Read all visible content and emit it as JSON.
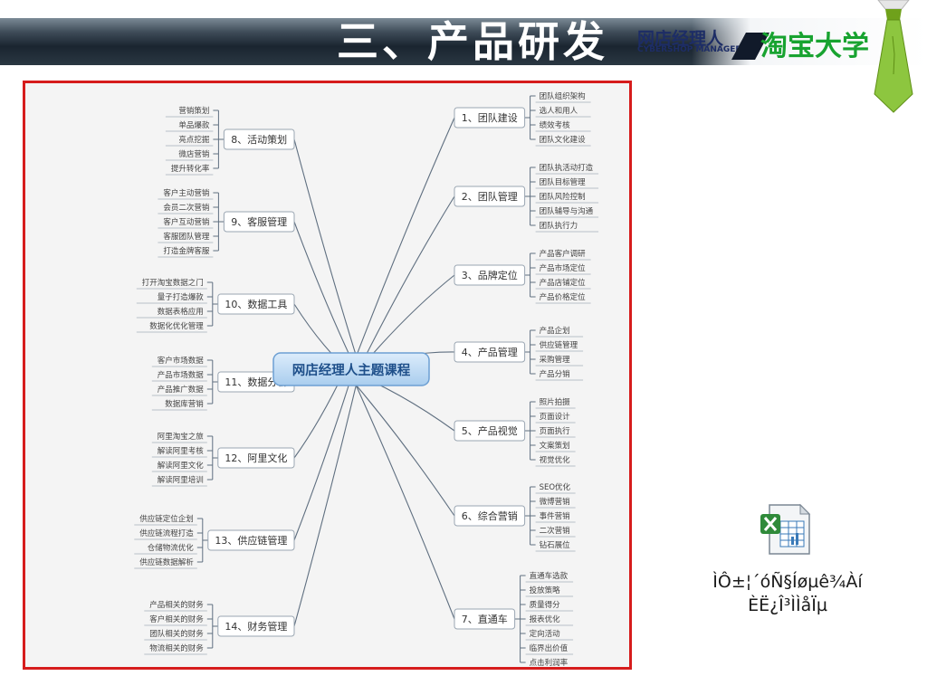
{
  "header": {
    "title": "三、产品研发",
    "logo_cn": "网店经理人",
    "logo_en": "CYBERSHOP MANAGER",
    "brand": "淘宝大学"
  },
  "mindmap": {
    "center": "网店经理人主题课程",
    "right": [
      {
        "label": "1、团队建设",
        "items": [
          "团队组织架构",
          "选人和用人",
          "绩效考核",
          "团队文化建设"
        ]
      },
      {
        "label": "2、团队管理",
        "items": [
          "团队执活动打造",
          "团队目标管理",
          "团队风险控制",
          "团队辅导与沟通",
          "团队执行力"
        ]
      },
      {
        "label": "3、品牌定位",
        "items": [
          "产品客户调研",
          "产品市场定位",
          "产品店铺定位",
          "产品价格定位"
        ]
      },
      {
        "label": "4、产品管理",
        "items": [
          "产品企划",
          "供应链管理",
          "采购管理",
          "产品分销"
        ]
      },
      {
        "label": "5、产品视觉",
        "items": [
          "照片拍摄",
          "页面设计",
          "页面执行",
          "文案策划",
          "视觉优化"
        ]
      },
      {
        "label": "6、综合营销",
        "items": [
          "SEO优化",
          "微博营销",
          "事件营销",
          "二次营销",
          "钻石展位"
        ]
      },
      {
        "label": "7、直通车",
        "items": [
          "直通车选款",
          "投放策略",
          "质量得分",
          "报表优化",
          "定向活动",
          "临界出价值",
          "点击利润率"
        ]
      }
    ],
    "left": [
      {
        "label": "8、活动策划",
        "items": [
          "营销策划",
          "单品爆款",
          "亮点挖掘",
          "微店营销",
          "提升转化率"
        ]
      },
      {
        "label": "9、客服管理",
        "items": [
          "客户主动营销",
          "会员二次营销",
          "客户互动营销",
          "客服团队管理",
          "打造金牌客服"
        ]
      },
      {
        "label": "10、数据工具",
        "items": [
          "打开淘宝数据之门",
          "量子打造爆款",
          "数据表格应用",
          "数据化优化管理"
        ]
      },
      {
        "label": "11、数据分析",
        "items": [
          "客户市场数据",
          "产品市场数据",
          "产品推广数据",
          "数据库营销"
        ]
      },
      {
        "label": "12、阿里文化",
        "items": [
          "阿里淘宝之旅",
          "解读阿里考核",
          "解读阿里文化",
          "解读阿里培训"
        ]
      },
      {
        "label": "13、供应链管理",
        "items": [
          "供应链定位企划",
          "供应链流程打造",
          "仓储物流优化",
          "供应链数据解析"
        ]
      },
      {
        "label": "14、财务管理",
        "items": [
          "产品相关的财务",
          "客户相关的财务",
          "团队相关的财务",
          "物流相关的财务"
        ]
      }
    ]
  },
  "attachment": {
    "icon": "excel-file-icon",
    "caption_line1": "ÌÔ±¦´óÑ§Íøµê¾­Àí",
    "caption_line2": "ÈË¿Î³ÌÌåÏµ"
  },
  "colors": {
    "frame_border": "#d61c1c",
    "brand_green": "#18a330",
    "center_fill": "#a9cdee",
    "center_text": "#1e4f8a",
    "line": "#5f6f80"
  }
}
